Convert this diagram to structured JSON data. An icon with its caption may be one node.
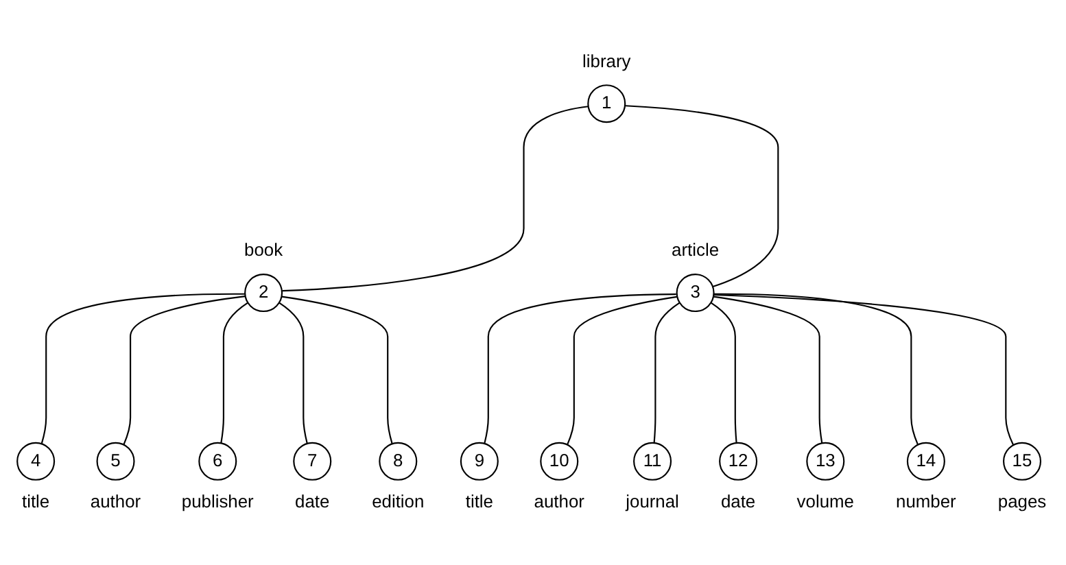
{
  "diagram": {
    "nodes": [
      {
        "text": [
          "1"
        ],
        "beside": [
          "library"
        ]
      },
      {
        "text": [
          "2"
        ],
        "beside": [
          "book"
        ]
      },
      {
        "text": [
          "3"
        ],
        "beside": [
          "article"
        ]
      },
      {
        "text": [
          "4"
        ],
        "beside": [
          "title"
        ]
      },
      {
        "text": [
          "5"
        ],
        "beside": [
          "author"
        ]
      },
      {
        "text": [
          "6"
        ],
        "beside": [
          "publisher"
        ]
      },
      {
        "text": [
          "7"
        ],
        "beside": [
          "date"
        ]
      },
      {
        "text": [
          "8"
        ],
        "beside": [
          "edition"
        ]
      },
      {
        "text": [
          "9"
        ],
        "beside": [
          "title"
        ]
      },
      {
        "text": [
          "10"
        ],
        "beside": [
          "author"
        ]
      },
      {
        "text": [
          "11"
        ],
        "beside": [
          "journal"
        ]
      },
      {
        "text": [
          "12"
        ],
        "beside": [
          "date"
        ]
      },
      {
        "text": [
          "13"
        ],
        "beside": [
          "volume"
        ]
      },
      {
        "text": [
          "14"
        ],
        "beside": [
          "number"
        ]
      },
      {
        "text": [
          "15"
        ],
        "beside": [
          "pages"
        ]
      }
    ],
    "edges": [
      {
        "from": 0,
        "to": 1,
        "arrow": "none"
      },
      {
        "from": 0,
        "to": 2,
        "arrow": "none"
      },
      {
        "from": 1,
        "to": 3,
        "arrow": "none"
      },
      {
        "from": 1,
        "to": 4,
        "arrow": "none"
      },
      {
        "from": 1,
        "to": 5,
        "arrow": "none"
      },
      {
        "from": 1,
        "to": 6,
        "arrow": "none"
      },
      {
        "from": 1,
        "to": 7,
        "arrow": "none"
      },
      {
        "from": 2,
        "to": 8,
        "arrow": "none"
      },
      {
        "from": 2,
        "to": 9,
        "arrow": "none"
      },
      {
        "from": 2,
        "to": 10,
        "arrow": "none"
      },
      {
        "from": 2,
        "to": 11,
        "arrow": "none"
      },
      {
        "from": 2,
        "to": 12,
        "arrow": "none"
      },
      {
        "from": 2,
        "to": 13,
        "arrow": "none"
      },
      {
        "from": 2,
        "to": 14,
        "arrow": "none"
      }
    ]
  }
}
